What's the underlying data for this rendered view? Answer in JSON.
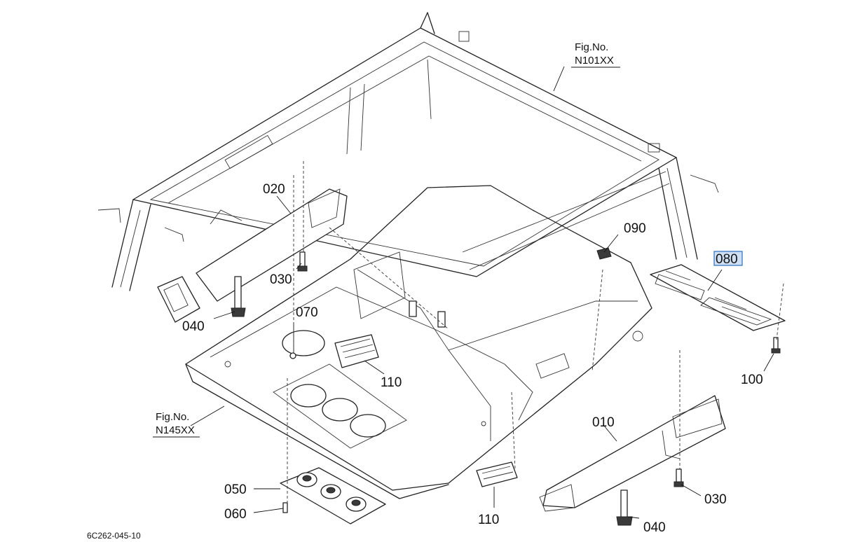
{
  "figure_refs": {
    "top": {
      "line1": "Fig.No.",
      "line2": "N101XX"
    },
    "left": {
      "line1": "Fig.No.",
      "line2": "N145XX"
    }
  },
  "callouts": {
    "c010": "010",
    "c020": "020",
    "c030_left": "030",
    "c030_right": "030",
    "c040_left": "040",
    "c040_right": "040",
    "c050": "050",
    "c060": "060",
    "c070": "070",
    "c080": "080",
    "c090": "090",
    "c100": "100",
    "c110_top": "110",
    "c110_bottom": "110"
  },
  "selected_callout": "080",
  "drawing_code": "6C262-045-10",
  "colors": {
    "selection_fill": "#cfe0f5",
    "selection_border": "#2a6fc2",
    "line": "#222222"
  }
}
